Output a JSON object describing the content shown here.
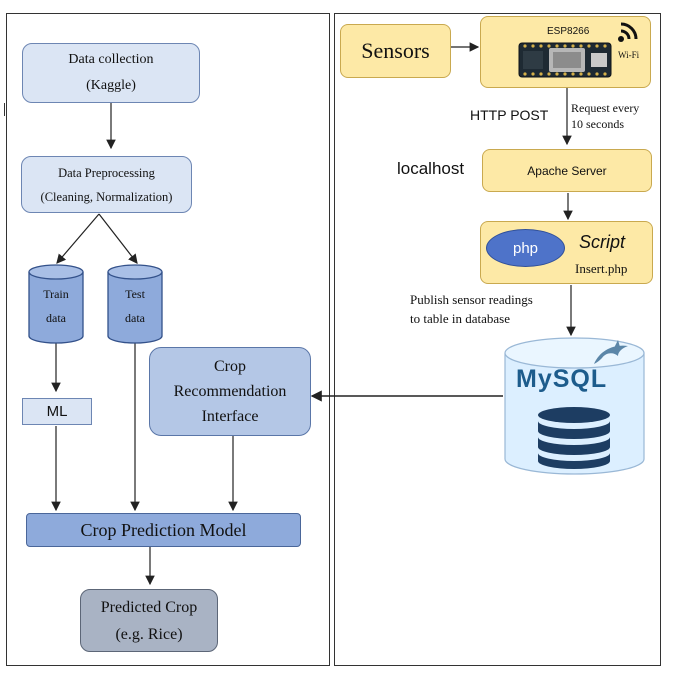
{
  "left": {
    "data_collection": {
      "line1": "Data collection",
      "line2": "(Kaggle)"
    },
    "preprocessing": {
      "line1": "Data Preprocessing",
      "line2": "(Cleaning, Normalization)"
    },
    "train": {
      "line1": "Train",
      "line2": "data"
    },
    "test": {
      "line1": "Test",
      "line2": "data"
    },
    "ml": "ML",
    "interface": {
      "line1": "Crop",
      "line2": "Recommendation",
      "line3": "Interface"
    },
    "model": "Crop Prediction Model",
    "predicted": {
      "line1": "Predicted Crop",
      "line2": "(e.g. Rice)"
    }
  },
  "right": {
    "sensors": "Sensors",
    "esp": {
      "title": "ESP8266",
      "wifi": "Wi-Fi"
    },
    "http_post": "HTTP POST",
    "request": {
      "line1": "Request every",
      "line2": "10 seconds"
    },
    "localhost": "localhost",
    "apache": "Apache Server",
    "php": {
      "badge": "php",
      "script": "Script",
      "file": "Insert.php"
    },
    "publish": {
      "line1": "Publish sensor readings",
      "line2": "to table in database"
    },
    "mysql": "MySQL"
  },
  "colors": {
    "blue_light": "#dbe5f4",
    "blue_mid": "#b4c7e6",
    "blue_dark": "#8eaadb",
    "yellow": "#fde9a6",
    "php_badge": "#4e73c9",
    "db_blue": "#1d3d62"
  }
}
